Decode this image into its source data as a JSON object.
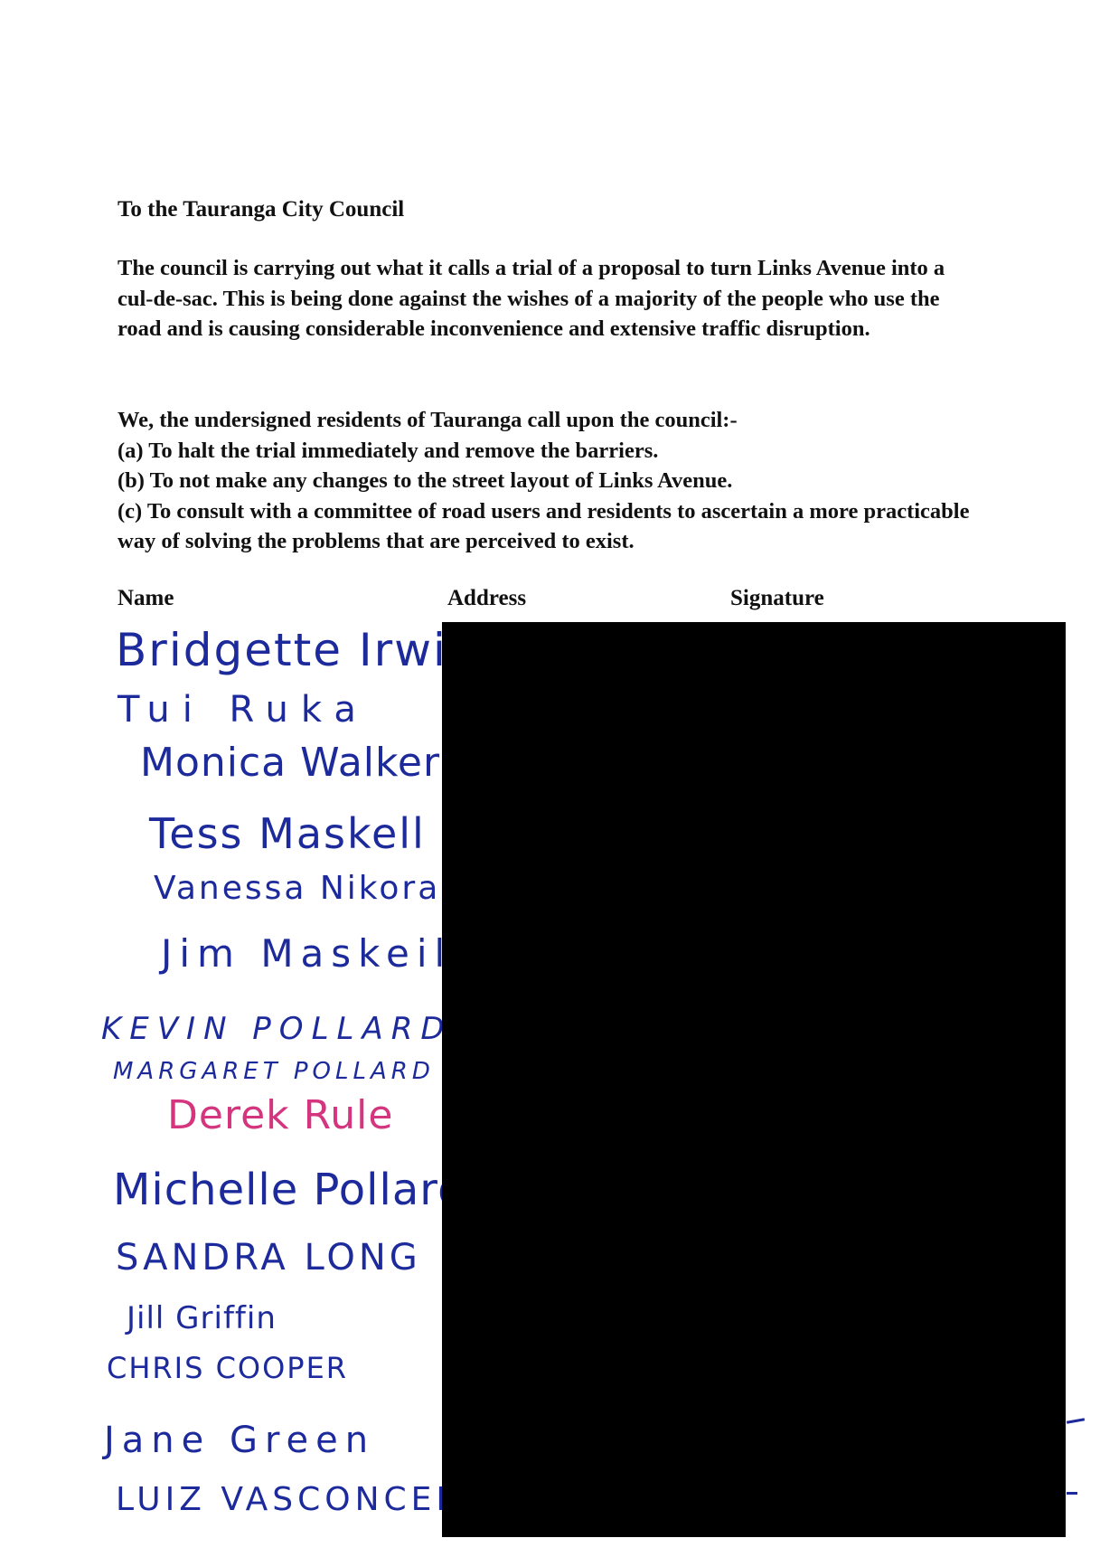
{
  "letter": {
    "addressee": "To the Tauranga City Council",
    "paragraph_1": "The council is carrying out what it calls a trial of a proposal to turn Links Avenue into a cul-de-sac. This is being done against the wishes of a majority of the people who use the road and is causing considerable inconvenience and extensive traffic disruption.",
    "call_intro": "We, the undersigned residents of Tauranga call upon the council:-",
    "demands": [
      "(a) To halt the trial immediately and remove the barriers.",
      "(b) To not make any changes to the street layout of Links Avenue.",
      "(c) To consult with a committee of road users and residents to ascertain a more practicable way of solving the problems that are perceived to exist."
    ]
  },
  "table": {
    "headers": {
      "name": "Name",
      "address": "Address",
      "signature": "Signature"
    },
    "names": [
      "Bridgette Irwin",
      "Tui Ruka",
      "Monica Walker",
      "Tess Maskell",
      "Vanessa Nikora",
      "Jim Maskeil",
      "KEVIN POLLARD",
      "MARGARET POLLARD",
      "Derek Rule",
      "Michelle Pollard",
      "SANDRA LONG",
      "Jill Griffin",
      "CHRIS COOPER",
      "Jane Green",
      "LUIZ VASCONCELOS"
    ]
  },
  "colors": {
    "ink_blue": "#1c2a9c",
    "ink_pink": "#d4357e",
    "redaction": "#000000"
  }
}
